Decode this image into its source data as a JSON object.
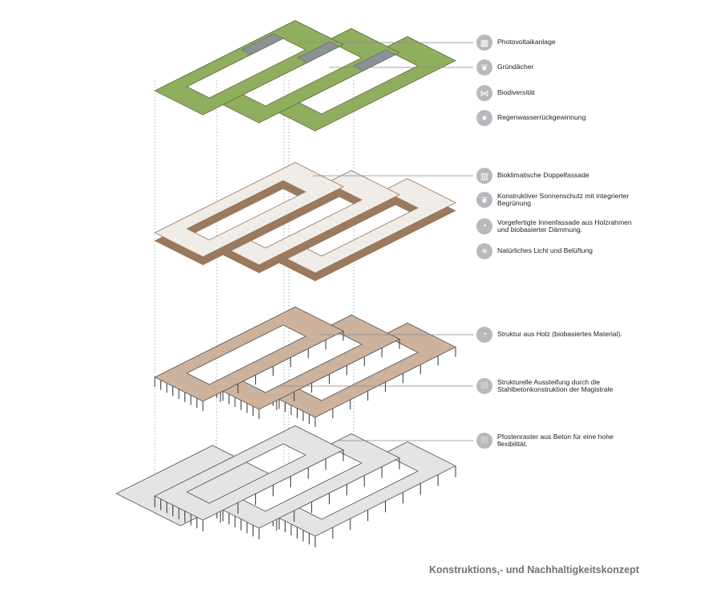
{
  "title": "Konstruktions,- und Nachhaltigkeitskonzept",
  "colors": {
    "green_roof": "#8fae5e",
    "pv": "#8a9296",
    "wood": "#cdb39e",
    "wood_edge": "#9a7a5e",
    "concrete": "#e4e4e6",
    "icon_bg": "#b9b9bd",
    "title": "#707078"
  },
  "legend": [
    {
      "icon": "solar-panel-icon",
      "glyph": "▦",
      "label": "Photovoltaikanlage"
    },
    {
      "icon": "leaf-icon",
      "glyph": "❦",
      "label": "Gründächer"
    },
    {
      "icon": "butterfly-icon",
      "glyph": "⋈",
      "label": "Biodiversität"
    },
    {
      "icon": "water-drop-icon",
      "glyph": "●",
      "label": "Regenwasserrückgewinnung"
    },
    {
      "icon": "double-facade-icon",
      "glyph": "▥",
      "label": "Bioklimatische Doppelfassade"
    },
    {
      "icon": "leaf-icon",
      "glyph": "❦",
      "label": "Konstruktiver Sonnenschutz mit integrierter Begrünung"
    },
    {
      "icon": "wood-log-icon",
      "glyph": "◔",
      "label": "Vorgefertigte Innenfassade aus Holzrahmen und biobasierter Dämmung."
    },
    {
      "icon": "sun-icon",
      "glyph": "☀",
      "label": "Natürliches Licht und Belüftung"
    },
    {
      "icon": "wood-log-icon",
      "glyph": "◔",
      "label": "Struktur aus Holz (biobasiertes Material)."
    },
    {
      "icon": "grid-dots-icon",
      "glyph": "⁞⁞⁞",
      "label": "Strukturelle Aussteifung durch die Stahlbetonkonstruktion der Magistrale"
    },
    {
      "icon": "grid-dots-icon",
      "glyph": "⁞⁞⁞",
      "label": "Pfostenraster aus Beton für eine hohe flexibilität."
    }
  ]
}
